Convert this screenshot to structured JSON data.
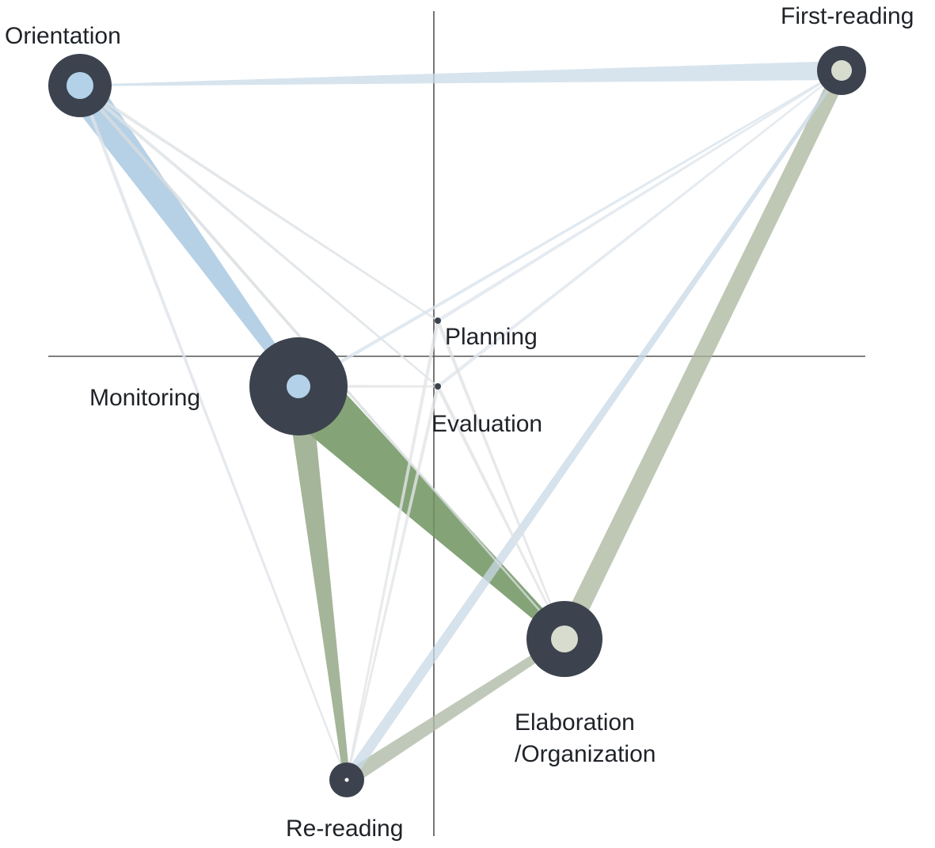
{
  "diagram": {
    "type": "epistemic network graph",
    "nodes": [
      {
        "id": "orientation",
        "label": "Orientation",
        "label2": "",
        "inner_color": "#b3d2ea"
      },
      {
        "id": "first_reading",
        "label": "First-reading",
        "label2": "",
        "inner_color": "#d7dccf"
      },
      {
        "id": "planning",
        "label": "Planning",
        "label2": "",
        "inner_color": "#9aa0a6"
      },
      {
        "id": "evaluation",
        "label": "Evaluation",
        "label2": "",
        "inner_color": "#9aa0a6"
      },
      {
        "id": "monitoring",
        "label": "Monitoring",
        "label2": "",
        "inner_color": "#b3d2ea"
      },
      {
        "id": "elaboration",
        "label": "Elaboration",
        "label2": "/Organization",
        "inner_color": "#d7dccf"
      },
      {
        "id": "rereading",
        "label": "Re-reading",
        "label2": "",
        "inner_color": "#ffffff"
      }
    ],
    "edges": [
      {
        "from": "orientation",
        "to": "first_reading",
        "color": "#c9dbe8",
        "opacity": 0.75
      },
      {
        "from": "orientation",
        "to": "monitoring",
        "color": "#a9c9e2",
        "opacity": 0.85
      },
      {
        "from": "monitoring",
        "to": "elaboration",
        "color": "#6f9460",
        "opacity": 0.85
      },
      {
        "from": "monitoring",
        "to": "rereading",
        "color": "#8ea37f",
        "opacity": 0.8
      },
      {
        "from": "first_reading",
        "to": "elaboration",
        "color": "#a8b59c",
        "opacity": 0.75
      },
      {
        "from": "rereading",
        "to": "elaboration",
        "color": "#b0bca8",
        "opacity": 0.8
      },
      {
        "from": "rereading",
        "to": "first_reading",
        "color": "#c8d8e6",
        "opacity": 0.75
      },
      {
        "from": "orientation",
        "to": "rereading",
        "color": "#dfe4e8",
        "opacity": 0.8
      },
      {
        "from": "orientation",
        "to": "elaboration",
        "color": "#d8dcdf",
        "opacity": 0.8
      },
      {
        "from": "orientation",
        "to": "evaluation",
        "color": "#dde2e6",
        "opacity": 0.8
      },
      {
        "from": "orientation",
        "to": "planning",
        "color": "#dde2e6",
        "opacity": 0.8
      },
      {
        "from": "monitoring",
        "to": "first_reading",
        "color": "#d9e4ec",
        "opacity": 0.8
      },
      {
        "from": "planning",
        "to": "first_reading",
        "color": "#dfe6ec",
        "opacity": 0.8
      },
      {
        "from": "evaluation",
        "to": "first_reading",
        "color": "#dfe6ec",
        "opacity": 0.8
      },
      {
        "from": "monitoring",
        "to": "evaluation",
        "color": "#e2e4e6",
        "opacity": 0.8
      },
      {
        "from": "planning",
        "to": "rereading",
        "color": "#e3e5e7",
        "opacity": 0.8
      },
      {
        "from": "evaluation",
        "to": "rereading",
        "color": "#e3e5e7",
        "opacity": 0.8
      },
      {
        "from": "planning",
        "to": "elaboration",
        "color": "#e0e2e4",
        "opacity": 0.8
      },
      {
        "from": "evaluation",
        "to": "elaboration",
        "color": "#e0e2e4",
        "opacity": 0.8
      }
    ],
    "colors": {
      "node_ring": "#3c434e",
      "axis": "#555555",
      "label": "#1f2328"
    }
  }
}
